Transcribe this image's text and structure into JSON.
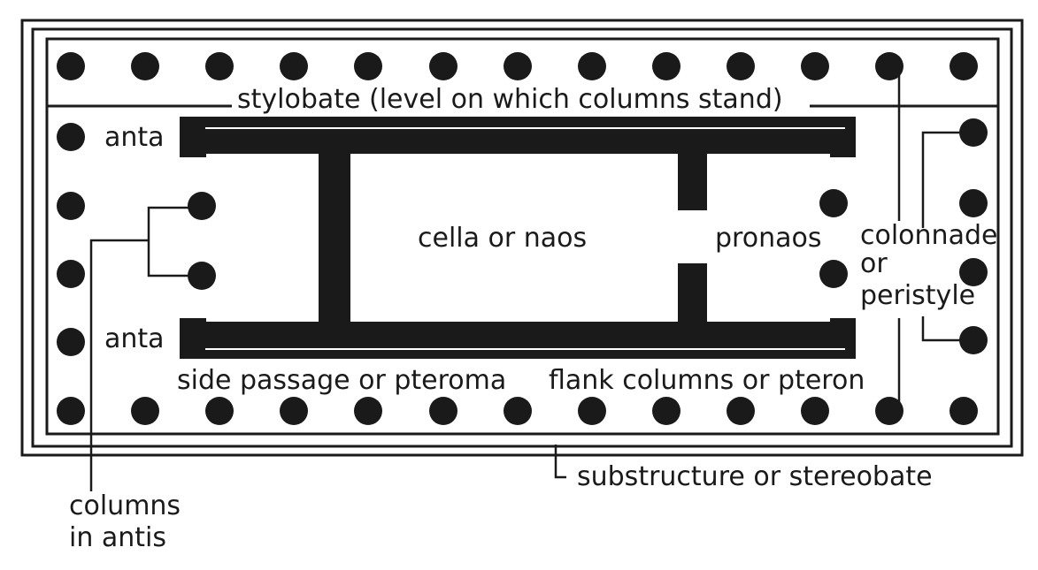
{
  "labels": {
    "stylobate": "stylobate (level on which columns stand)",
    "anta_top": "anta",
    "anta_bottom": "anta",
    "cella": "cella or naos",
    "pronaos": "pronaos",
    "colonnade_1": "colonnade",
    "colonnade_2": "or",
    "colonnade_3": "peristyle",
    "side_passage": "side passage or pteroma",
    "flank_columns": "flank columns or pteron",
    "substructure": "substructure or stereobate",
    "columns_in_antis_1": "columns",
    "columns_in_antis_2": "in antis"
  },
  "colors": {
    "ink": "#1a1a1a",
    "paper": "#ffffff"
  }
}
